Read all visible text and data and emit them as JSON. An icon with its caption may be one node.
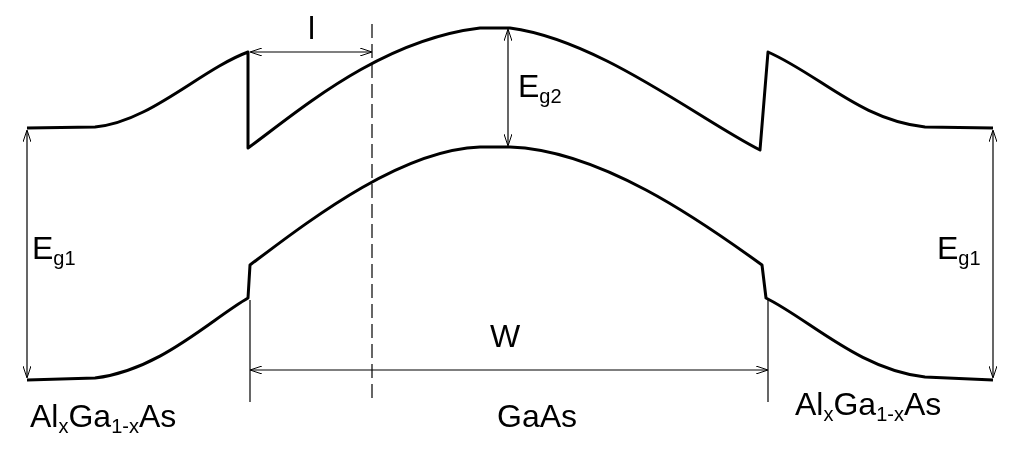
{
  "diagram": {
    "labels": [
      "l",
      "E$_{g2}$",
      "E$_{g1}$",
      "E$_{g1}$",
      "W",
      "Al$_{x}$Ga$_{1-x}$As",
      "GaAs",
      "Al$_{x}$Ga$_{1-x}$As"
    ]
  }
}
